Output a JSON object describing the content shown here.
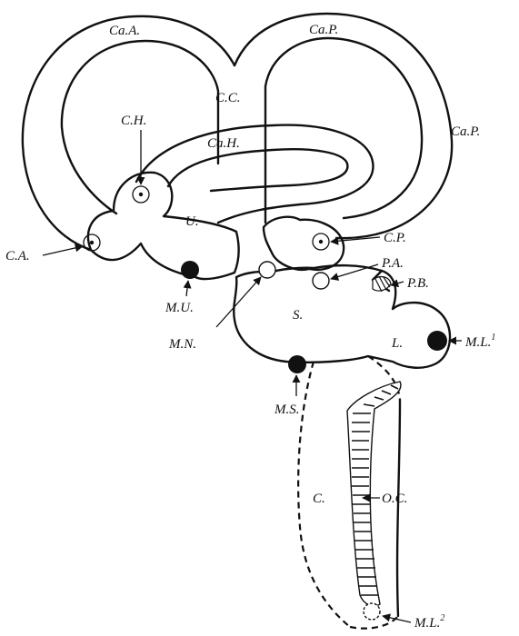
{
  "diagram": {
    "labels": {
      "ca_a": "Ca.A.",
      "ca_p_top": "Ca.P.",
      "ca_p_right": "Ca.P.",
      "c_c": "C.C.",
      "c_h": "C.H.",
      "ca_h": "Ca.H.",
      "u": "U.",
      "c_a": "C.A.",
      "c_p": "C.P.",
      "p_a": "P.A.",
      "p_b": "P.B.",
      "m_u": "M.U.",
      "m_n": "M.N.",
      "s": "S.",
      "l": "L.",
      "m_l1": "M.L.",
      "m_l1_sup": "1",
      "m_s": "M.S.",
      "c": "C.",
      "o_c": "O.C.",
      "m_l2": "M.L.",
      "m_l2_sup": "2"
    }
  }
}
